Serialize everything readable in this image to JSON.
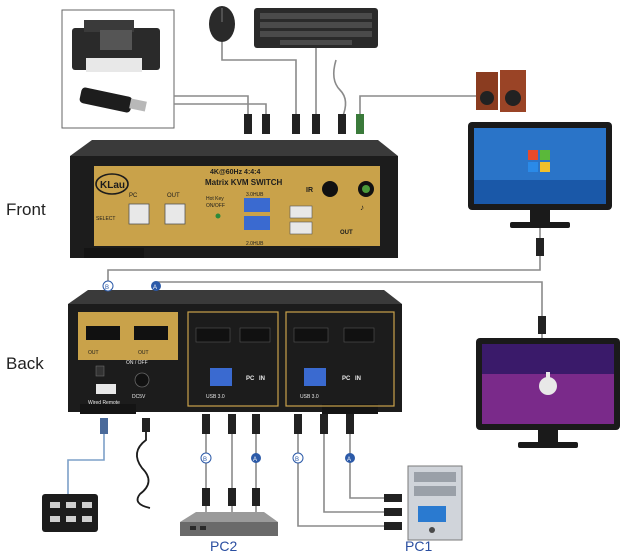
{
  "labels": {
    "front": "Front",
    "back": "Back",
    "pc2": "PC2",
    "pc1": "PC1"
  },
  "front_panel": {
    "brand": "KLau",
    "title_line1": "4K@60Hz 4:4:4",
    "title_line2": "Matrix KVM SWITCH",
    "pc_label": "PC",
    "out_label": "OUT",
    "select": "SELECT",
    "hotkey": "Hot Key",
    "onoff": "ON/OFF",
    "ir": "IR",
    "usb30": "3.0HUB",
    "usb20": "2.0HUB",
    "out": "OUT"
  },
  "back_panel": {
    "out1": "OUT",
    "out2": "OUT",
    "onoff": "ON / OFF",
    "dc5v": "DC5V",
    "wired_remote": "Wired Remote",
    "pc2_in": "PC",
    "pc1_in": "PC",
    "in": "IN",
    "usb30": "USB 3.0"
  },
  "markers": {
    "a": "A",
    "b": "B"
  },
  "colors": {
    "device": "#1c1c1c",
    "gold": "#c9a24a",
    "cable": "#8a8a8a",
    "cable_blue": "#7da0c8",
    "marker_blue": "#2c5aa8"
  }
}
